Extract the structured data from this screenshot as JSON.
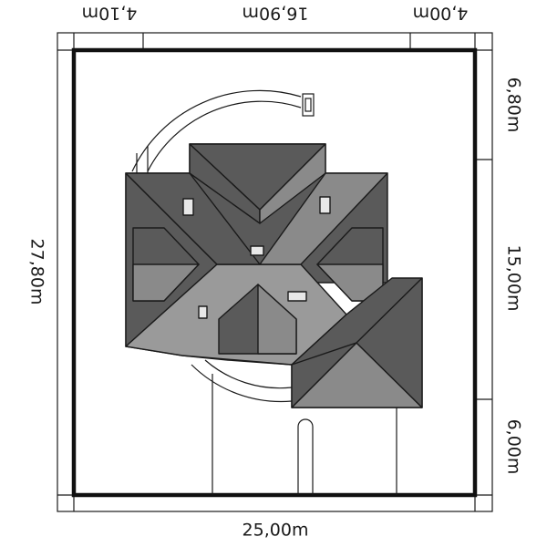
{
  "dimensions": {
    "top": [
      "4,10m",
      "16,90m",
      "4,00m"
    ],
    "bottom": "25,00m",
    "left": "27,80m",
    "right": [
      "6,80m",
      "15,00m",
      "6,00m"
    ]
  },
  "colors": {
    "roof_dark": "#5a5a5a",
    "roof_mid": "#8a8a8a",
    "roof_light": "#a5a5a5",
    "outline": "#1a1a1a",
    "plot_border": "#111111",
    "background": "#ffffff"
  }
}
